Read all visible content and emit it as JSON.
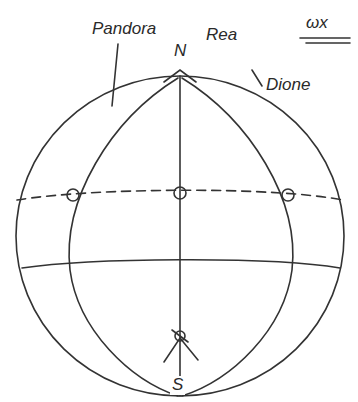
{
  "diagram": {
    "labels": [
      "Pandora",
      "N",
      "Rea",
      "Dione",
      "S",
      "ωx"
    ]
  }
}
